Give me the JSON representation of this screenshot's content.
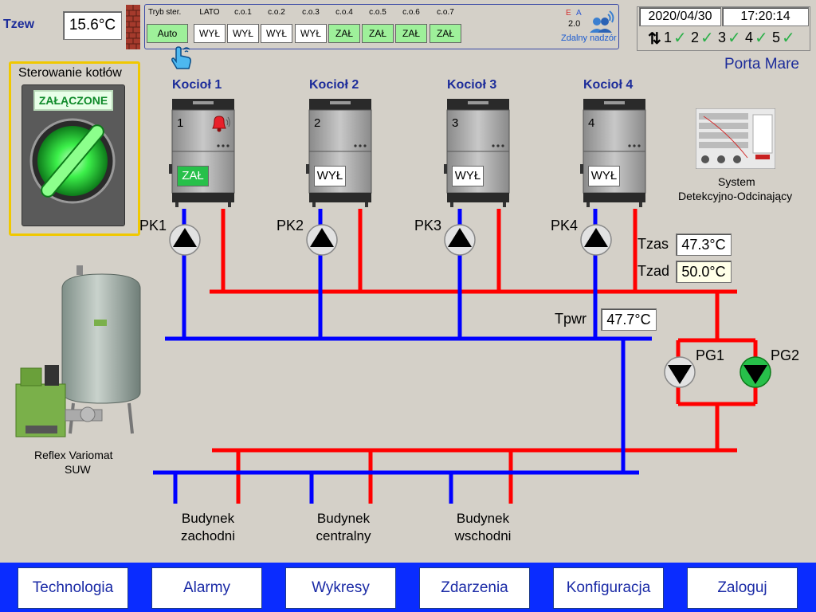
{
  "header": {
    "tzew_label": "Tzew",
    "tzew_value": "15.6°C",
    "mode_label": "Tryb ster.",
    "mode_value": "Auto",
    "circuits": [
      {
        "label": "LATO",
        "state": "WYŁ",
        "on": false
      },
      {
        "label": "c.o.1",
        "state": "WYŁ",
        "on": false
      },
      {
        "label": "c.o.2",
        "state": "WYŁ",
        "on": false
      },
      {
        "label": "c.o.3",
        "state": "WYŁ",
        "on": false
      },
      {
        "label": "c.o.4",
        "state": "ZAŁ",
        "on": true
      },
      {
        "label": "c.o.5",
        "state": "ZAŁ",
        "on": true
      },
      {
        "label": "c.o.6",
        "state": "ZAŁ",
        "on": true
      },
      {
        "label": "c.o.7",
        "state": "ZAŁ",
        "on": true
      }
    ],
    "ea_e": "E",
    "ea_a": "A",
    "ea_version": "2.0",
    "remote_label": "Zdalny nadzór",
    "date": "2020/04/30",
    "time": "17:20:14",
    "comm": [
      "1",
      "2",
      "3",
      "4",
      "5"
    ],
    "site_name": "Porta Mare"
  },
  "control": {
    "title": "Sterowanie kotłów",
    "state": "ZAŁĄCZONE"
  },
  "boilers": [
    {
      "title": "Kocioł 1",
      "num": "1",
      "state": "ZAŁ",
      "on": true,
      "pump": "PK1"
    },
    {
      "title": "Kocioł 2",
      "num": "2",
      "state": "WYŁ",
      "on": false,
      "pump": "PK2"
    },
    {
      "title": "Kocioł 3",
      "num": "3",
      "state": "WYŁ",
      "on": false,
      "pump": "PK3"
    },
    {
      "title": "Kocioł 4",
      "num": "4",
      "state": "WYŁ",
      "on": false,
      "pump": "PK4"
    }
  ],
  "detection": {
    "line1": "System",
    "line2": "Detekcyjno-Odcinający"
  },
  "sensors": {
    "tzas_label": "Tzas",
    "tzas_value": "47.3°C",
    "tzad_label": "Tzad",
    "tzad_value": "50.0°C",
    "tpwr_label": "Tpwr",
    "tpwr_value": "47.7°C"
  },
  "pumps": {
    "pg1": "PG1",
    "pg2": "PG2"
  },
  "reflex": {
    "line1": "Reflex Variomat",
    "line2": "SUW"
  },
  "buildings": [
    {
      "line1": "Budynek",
      "line2": "zachodni"
    },
    {
      "line1": "Budynek",
      "line2": "centralny"
    },
    {
      "line1": "Budynek",
      "line2": "wschodni"
    }
  ],
  "nav": [
    "Technologia",
    "Alarmy",
    "Wykresy",
    "Zdarzenia",
    "Konfiguracja",
    "Zaloguj"
  ],
  "colors": {
    "supply": "#ff0000",
    "return": "#0000ff",
    "nav_bg": "#0a2cff",
    "on_green": "#27c04a"
  }
}
